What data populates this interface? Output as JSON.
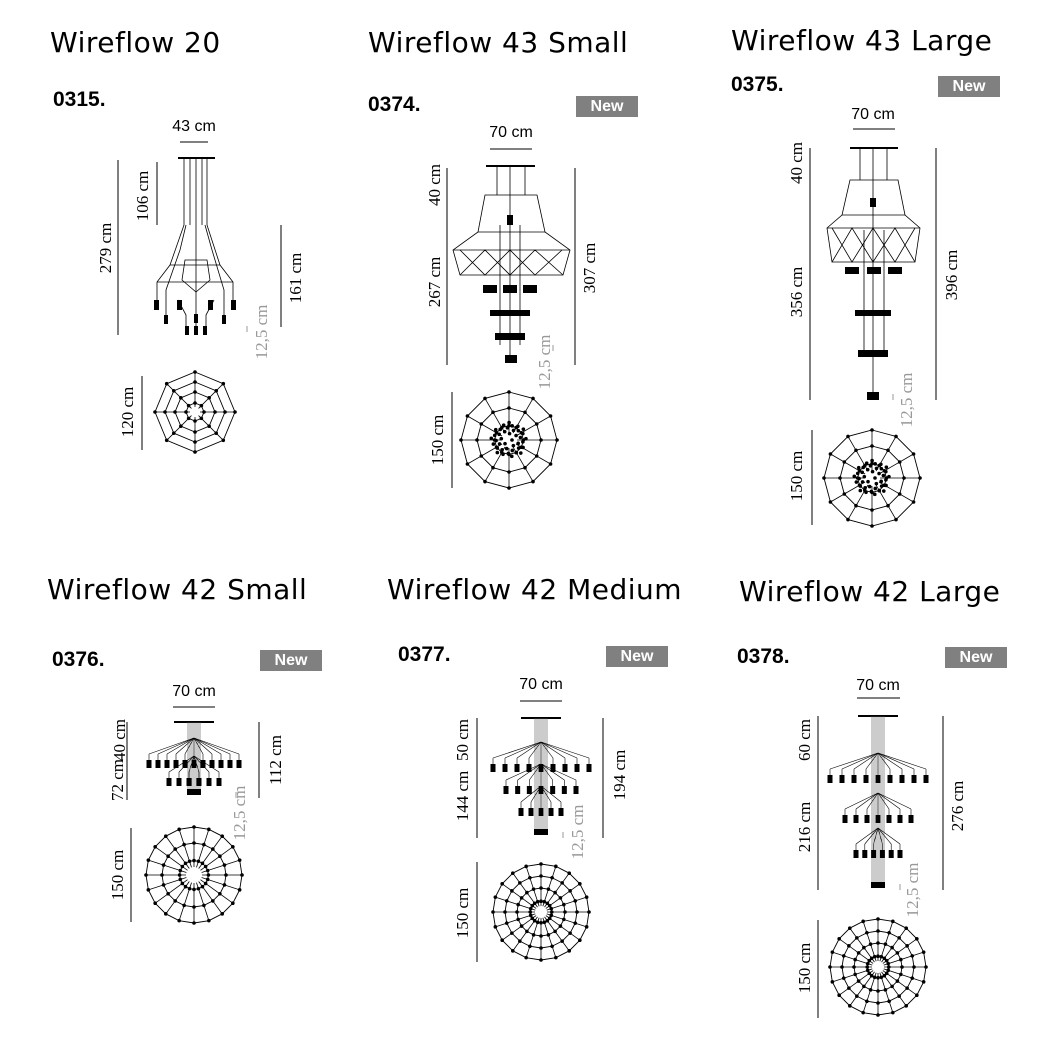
{
  "products": [
    {
      "title": "Wireflow 20",
      "code": "0315.",
      "width": "43 cm",
      "dims": [
        "106 cm",
        "279 cm",
        "161 cm",
        "12,5 cm",
        "120 cm"
      ]
    },
    {
      "title": "Wireflow 43 Small",
      "code": "0374.",
      "badge": "New",
      "width": "70 cm",
      "dims": [
        "40 cm",
        "267 cm",
        "307 cm",
        "12,5 cm",
        "150 cm"
      ]
    },
    {
      "title": "Wireflow 43 Large",
      "code": "0375.",
      "badge": "New",
      "width": "70 cm",
      "dims": [
        "40 cm",
        "356 cm",
        "396 cm",
        "12,5 cm",
        "150 cm"
      ]
    },
    {
      "title": "Wireflow 42 Small",
      "code": "0376.",
      "badge": "New",
      "width": "70 cm",
      "dims": [
        "40 cm",
        "72 cm",
        "112 cm",
        "12,5 cm",
        "150 cm"
      ]
    },
    {
      "title": "Wireflow 42 Medium",
      "code": "0377.",
      "badge": "New",
      "width": "70 cm",
      "dims": [
        "50 cm",
        "144 cm",
        "194 cm",
        "12,5 cm",
        "150 cm"
      ]
    },
    {
      "title": "Wireflow 42 Large",
      "code": "0378.",
      "badge": "New",
      "width": "70 cm",
      "dims": [
        "60 cm",
        "216 cm",
        "276 cm",
        "12,5 cm",
        "150 cm"
      ]
    }
  ],
  "colors": {
    "badge": "#808080",
    "secondary_dim": "#999999",
    "line": "#000000"
  }
}
